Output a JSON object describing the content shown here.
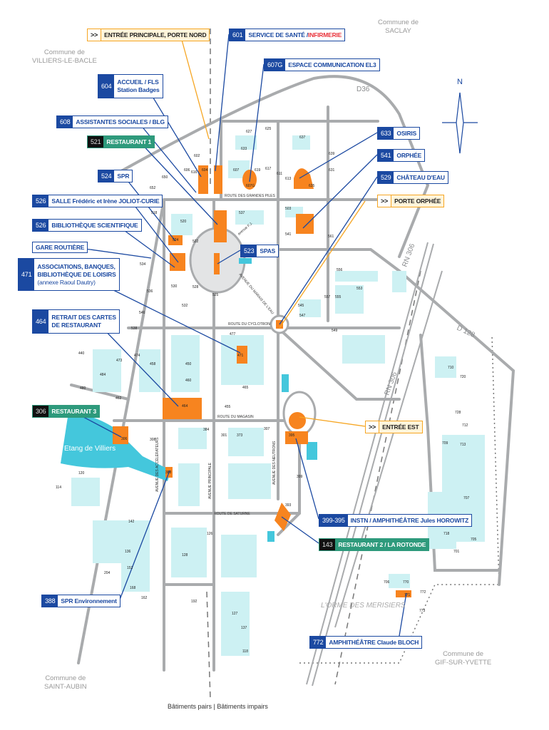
{
  "places": {
    "saclay": [
      "Commune de",
      "SACLAY"
    ],
    "villiers": [
      "Commune de",
      "VILLIERS-LE-BACLE"
    ],
    "gif": [
      "Commune de",
      "GIF-SUR-YVETTE"
    ],
    "saint_aubin": [
      "Commune de",
      "SAINT-AUBIN"
    ],
    "orme": "L'ORME DES MERISIERS",
    "etang": "Etang de Villiers",
    "north": "N"
  },
  "roads": {
    "d36": "D36",
    "rn306_a": "RN 306",
    "rn306_b": "RN 306",
    "d128": "D 128",
    "grandes_piles": "ROUTE DES GRANDES PILES",
    "cyclotron": "ROUTE DU CYCLOTRON",
    "route_magasin": "ROUTE  DU  MAGASIN",
    "saturne": "ROUTE DE SATURNE",
    "av_principale": "AVENUE PRINCIPALE",
    "av_accelerateurs": "AVENUE DES ACCÉLÉRATEURS",
    "av_neutrons": "AVENUE DES NEUTRONS",
    "av_eau": "AVENUE DU MARAIS DE L'EAU",
    "av_fj": "avenue F.J."
  },
  "callouts": {
    "entree_nord": {
      "icon": ">>",
      "label": "ENTRÉE PRINCIPALE, PORTE NORD"
    },
    "sante": {
      "num": "601",
      "label": "SERVICE DE SANTÉ / ",
      "label2": "INFIRMERIE"
    },
    "el3": {
      "num": "607G",
      "label": "ESPACE COMMUNICATION EL3"
    },
    "accueil": {
      "num": "604",
      "label": "ACCUEIL / FLS",
      "label2": "Station Badges"
    },
    "assistantes": {
      "num": "608",
      "label": "ASSISTANTES SOCIALES / BLG"
    },
    "restaurant1": {
      "num": "521",
      "label": "RESTAURANT 1"
    },
    "spr": {
      "num": "524",
      "label": "SPR"
    },
    "salle": {
      "num": "526",
      "label": "SALLE Frédéric et Irène JOLIOT-CURIE"
    },
    "biblio": {
      "num": "526",
      "label": "BIBLIOTHÈQUE SCIENTIFIQUE"
    },
    "gare": {
      "label": "GARE ROUTIÈRE"
    },
    "assoc": {
      "num": "471",
      "label": "ASSOCIATIONS, BANQUES,",
      "label2": "BIBLIOTHÈQUE DE LOISIRS",
      "label3": "(annexe Raoul Dautry)"
    },
    "retrait": {
      "num": "464",
      "label": "RETRAIT DES CARTES",
      "label2": "DE RESTAURANT"
    },
    "restaurant3": {
      "num": "306",
      "label": "RESTAURANT 3"
    },
    "spr_env": {
      "num": "388",
      "label": "SPR Environnement"
    },
    "osiris": {
      "num": "633",
      "label": "OSIRIS"
    },
    "orphee": {
      "num": "541",
      "label": "ORPHÉE"
    },
    "chateau": {
      "num": "529",
      "label": "CHÂTEAU D'EAU"
    },
    "porte_orphee": {
      "icon": ">>",
      "label": "PORTE ORPHÉE"
    },
    "spas": {
      "num": "523",
      "label": "SPAS"
    },
    "entree_est": {
      "icon": ">>",
      "label": "ENTRÉE EST"
    },
    "instn": {
      "num": "399-395",
      "label": "INSTN / AMPHITHÉÂTRE Jules HOROWITZ"
    },
    "restaurant2": {
      "num": "143",
      "label": "RESTAURANT 2 / LA ROTONDE"
    },
    "bloch": {
      "num": "772",
      "label": "AMPHITHÉÂTRE Claude BLOCH"
    }
  },
  "buildings": [
    "627",
    "625",
    "637",
    "633",
    "602",
    "606",
    "616",
    "604",
    "650",
    "652",
    "607",
    "607G",
    "619",
    "617",
    "611",
    "613",
    "635",
    "639",
    "631",
    "518",
    "537",
    "503",
    "520",
    "524",
    "522",
    "534",
    "528",
    "525",
    "530",
    "532",
    "536",
    "546",
    "538",
    "541",
    "561",
    "556",
    "557",
    "555",
    "553",
    "545",
    "547",
    "549",
    "477",
    "471",
    "474",
    "473",
    "440",
    "484",
    "480",
    "462",
    "458",
    "450",
    "460",
    "464",
    "455",
    "465",
    "301",
    "306",
    "308",
    "388",
    "384",
    "373",
    "307",
    "393",
    "395",
    "399",
    "120",
    "114",
    "142",
    "136",
    "152",
    "128",
    "126",
    "204",
    "168",
    "162",
    "192",
    "127",
    "137",
    "118",
    "710",
    "720",
    "728",
    "712",
    "713",
    "709",
    "707",
    "705",
    "718",
    "701",
    "706",
    "770",
    "771",
    "772",
    "773",
    "774"
  ],
  "legend": {
    "even": "Bâtiments pairs",
    "sep": "|",
    "odd": "Bâtiments impairs"
  },
  "colors": {
    "accent": "#1b49a1",
    "orange": "#f7841f",
    "restaurant": "#2e9a7c",
    "building": "#cdf1f3",
    "water": "#44c7dc",
    "road": "#a9abad"
  }
}
